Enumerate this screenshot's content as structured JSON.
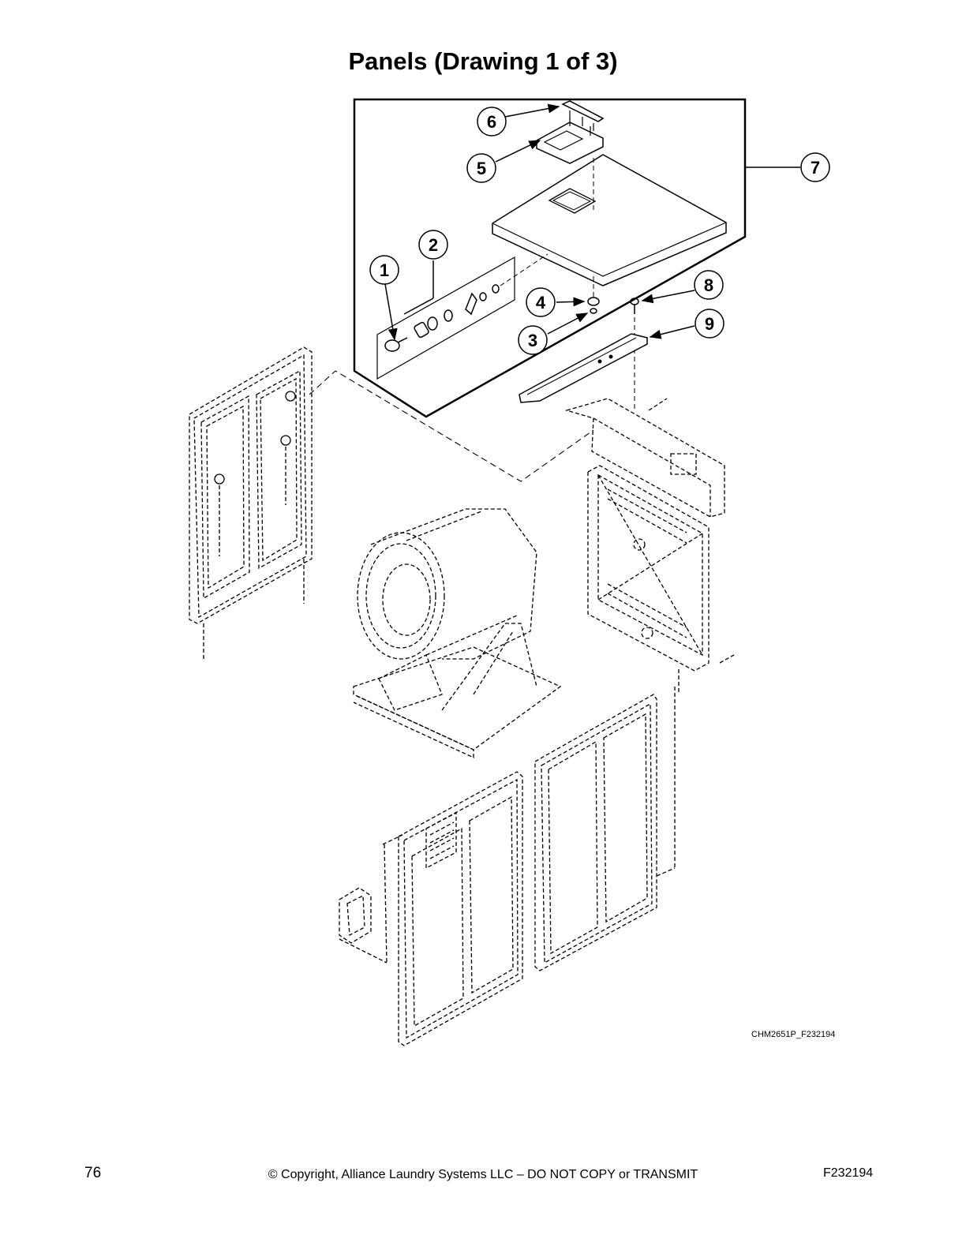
{
  "page": {
    "title": "Panels (Drawing 1 of 3)",
    "figure_id": "CHM2651P_F232194",
    "page_number": "76",
    "copyright": "© Copyright, Alliance Laundry Systems LLC – DO NOT COPY or TRANSMIT",
    "doc_code": "F232194"
  },
  "callouts": [
    {
      "id": "1",
      "label": "1"
    },
    {
      "id": "2",
      "label": "2"
    },
    {
      "id": "3",
      "label": "3"
    },
    {
      "id": "4",
      "label": "4"
    },
    {
      "id": "5",
      "label": "5"
    },
    {
      "id": "6",
      "label": "6"
    },
    {
      "id": "7",
      "label": "7"
    },
    {
      "id": "8",
      "label": "8"
    },
    {
      "id": "9",
      "label": "9"
    }
  ]
}
